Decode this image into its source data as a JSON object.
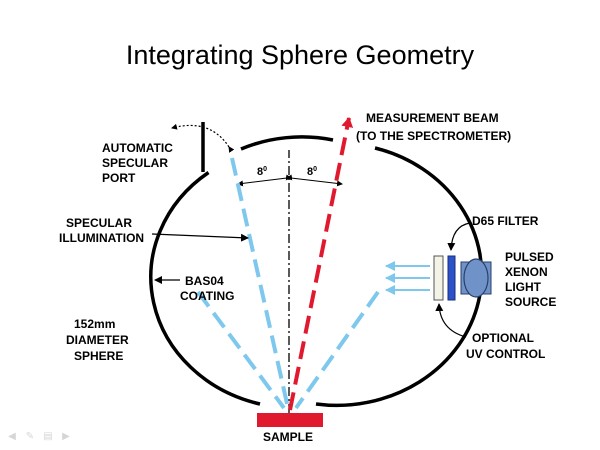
{
  "title": "Integrating Sphere Geometry",
  "labels": {
    "measurement_beam_line1": "MEASUREMENT BEAM",
    "measurement_beam_line2": "(TO THE SPECTROMETER)",
    "auto_port_line1": "AUTOMATIC",
    "auto_port_line2": "SPECULAR",
    "auto_port_line3": "PORT",
    "angle_left": "8",
    "angle_right": "8",
    "angle_unit_sup": "0",
    "specular_line1": "SPECULAR",
    "specular_line2": "ILLUMINATION",
    "coating_line1": "BAS04",
    "coating_line2": "COATING",
    "sphere_line1": "152mm",
    "sphere_line2": "DIAMETER",
    "sphere_line3": "SPHERE",
    "d65_filter": "D65 FILTER",
    "source_line1": "PULSED",
    "source_line2": "XENON",
    "source_line3": "LIGHT",
    "source_line4": "SOURCE",
    "optional_line1": "OPTIONAL",
    "optional_line2": "UV CONTROL",
    "sample": "SAMPLE"
  },
  "colors": {
    "illumination": "#7ec8ee",
    "measurement": "#e0192e",
    "sample": "#e0192e",
    "filter": "#2b52c8",
    "lamp": "#6f93c9",
    "sphere": "#000000"
  },
  "nav_icons": [
    "arrow-left-icon",
    "pen-icon",
    "menu-icon",
    "arrow-right-icon"
  ]
}
